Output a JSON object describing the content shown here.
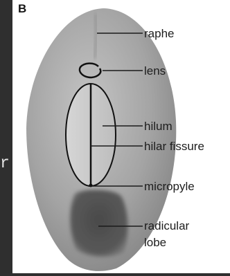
{
  "panel_letter": "B",
  "labels": {
    "raphe": "raphe",
    "lens": "lens",
    "hilum": "hilum",
    "hilar_fissure": "hilar fissure",
    "micropyle": "micropyle",
    "radicular_lobe_line1": "radicular",
    "radicular_lobe_line2": "lobe"
  },
  "background_stray_text": "r",
  "colors": {
    "background": "#2f2f2f",
    "figure_background": "#ffffff",
    "seed_fill": "#9b9b9b",
    "hilum_fill": "#c9c9c9",
    "radicle_fill": "#555555",
    "line": "#1a1a1a"
  }
}
